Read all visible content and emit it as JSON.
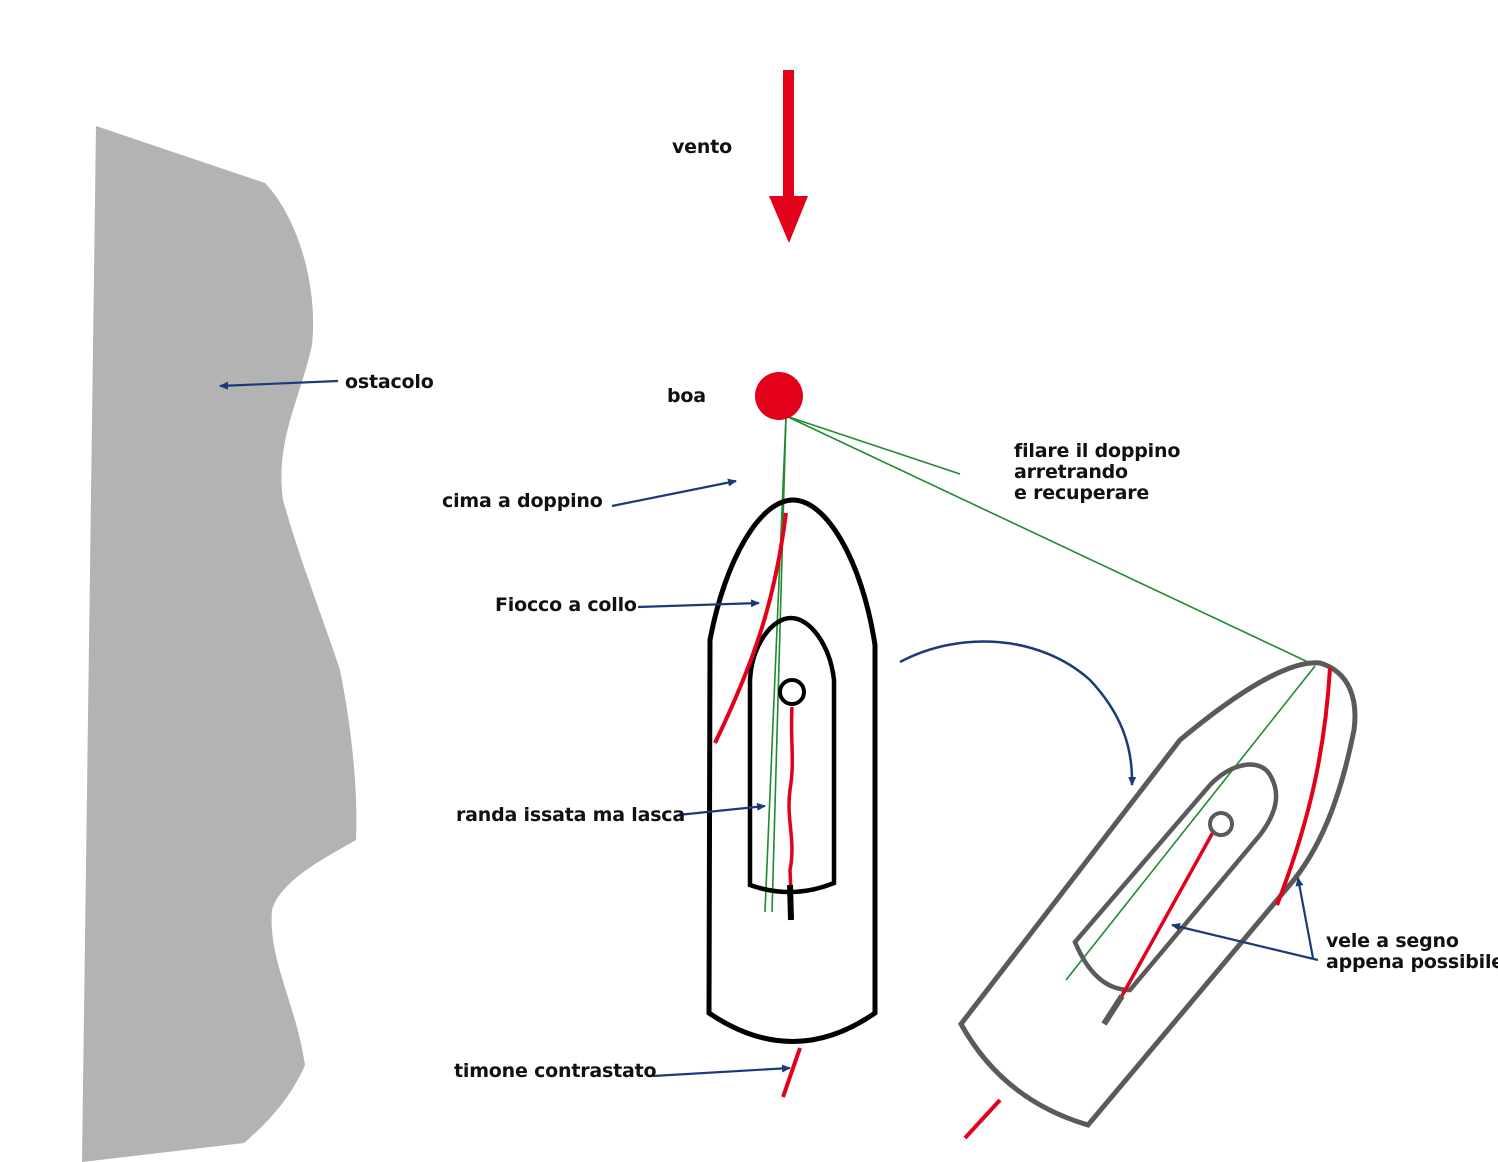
{
  "labels": {
    "wind": "vento",
    "buoy": "boa",
    "obstacle": "ostacolo",
    "slip_line": "cima a doppino",
    "pay_out_1": "filare il doppino",
    "pay_out_2": "arretrando",
    "pay_out_3": "e recuperare",
    "jib": "Fiocco a collo",
    "mainsail": "randa issata ma lasca",
    "rudder": "timone contrastato",
    "sails_1": "vele a segno",
    "sails_2": "appena possibile"
  },
  "colors": {
    "background": "#ffffff",
    "obstacle": "#b3b3b3",
    "wind_arrow": "#e3001b",
    "buoy": "#e3001b",
    "sail": "#e3001b",
    "line": "#1f8a2e",
    "pointer_arrow": "#1a3a7a",
    "boat_hull": "#000000",
    "boat_hull_turned": "#5a5a5a",
    "text": "#111111"
  }
}
